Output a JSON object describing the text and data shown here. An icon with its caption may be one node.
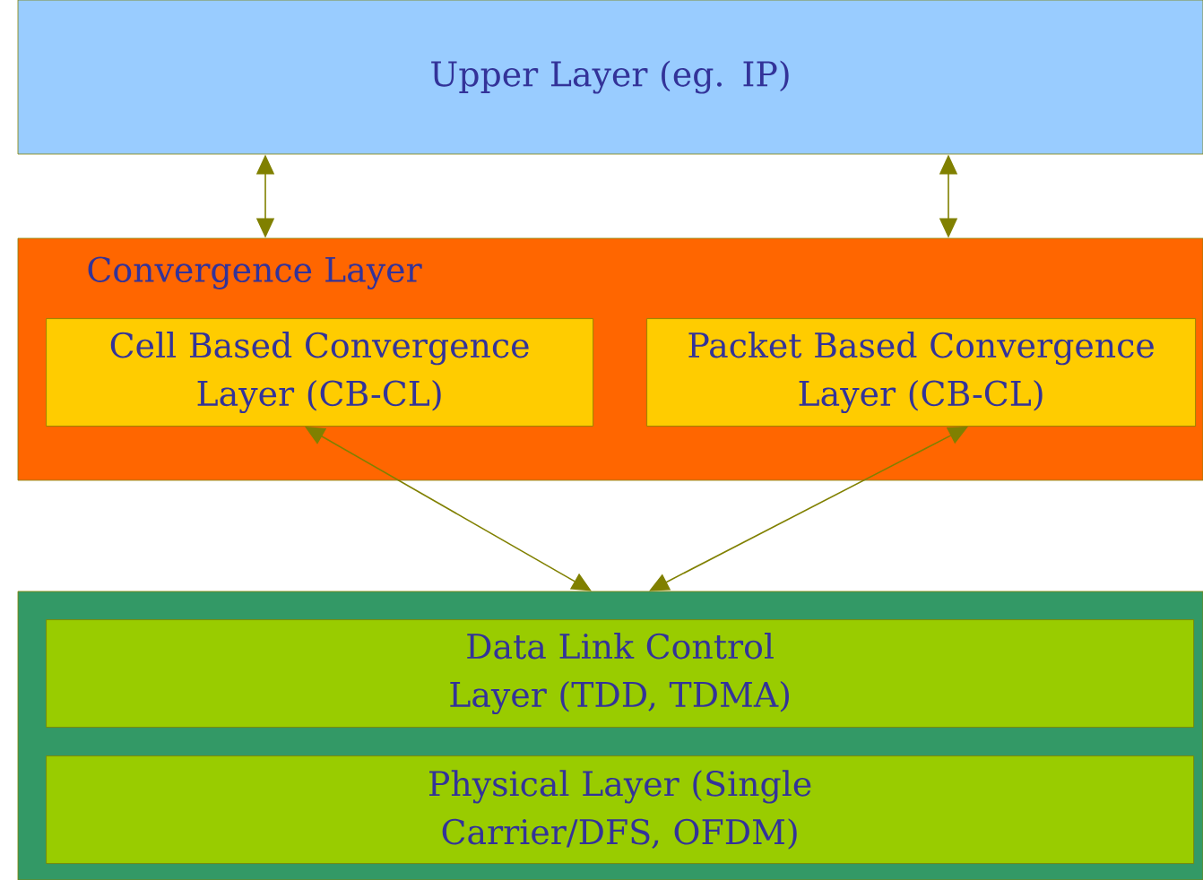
{
  "diagram": {
    "nodes": [
      {
        "text": [
          "Upper Layer (eg. IP)"
        ]
      },
      {
        "text": [
          "Convergence Layer"
        ]
      },
      {
        "text": [
          "Cell Based Convergence Layer (CB-CL)"
        ],
        "in": 1
      },
      {
        "text": [
          "Packet Based Convergence Layer (CB-CL)"
        ],
        "in": 1
      },
      {
        "text": [],
        "shape": "box"
      },
      {
        "text": [
          "Data Link Control Layer (TDD, TDMA)"
        ],
        "in": 4
      },
      {
        "text": [
          "Physical Layer (Single Carrier/DFS, OFDM)"
        ],
        "in": 4
      }
    ],
    "edges": [
      {
        "from": 0,
        "to": 1,
        "arrow": "both"
      },
      {
        "from": 0,
        "to": 1,
        "arrow": "both"
      },
      {
        "from": 2,
        "to": 4,
        "arrow": "both"
      },
      {
        "from": 3,
        "to": 4,
        "arrow": "both"
      }
    ]
  }
}
